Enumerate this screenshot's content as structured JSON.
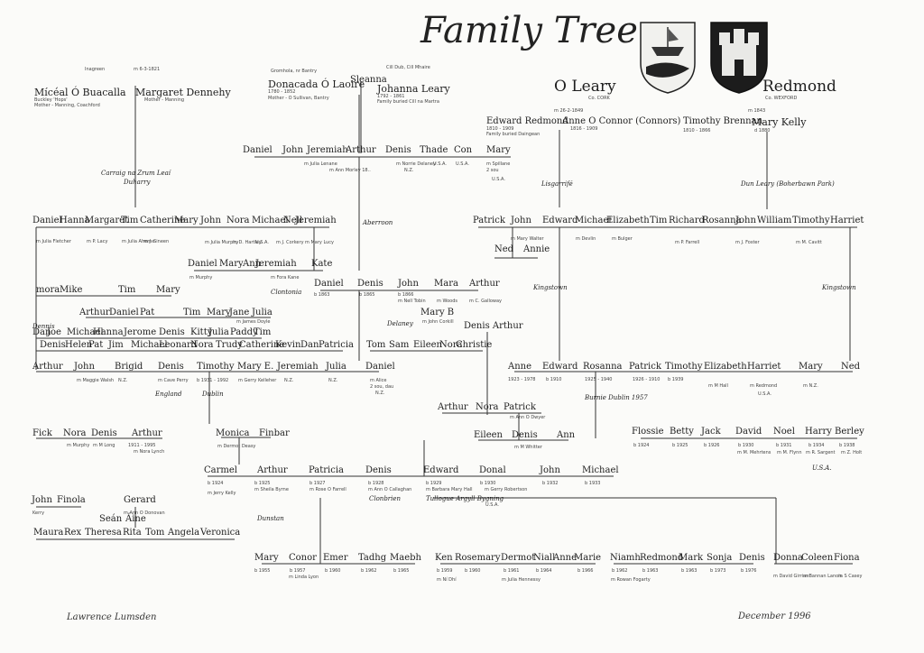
{
  "title": "Family Tree",
  "crest_left_name": "O Leary",
  "crest_left_place": "Co. CORK",
  "crest_right_name": "Redmond",
  "crest_right_place": "Co. WEXFORD",
  "signature": "Lawrence Lumsden",
  "date": "December 1996",
  "labels": [
    [
      "Inagreen",
      94,
      74,
      "s"
    ],
    [
      "m 6-3-1821",
      148,
      74,
      "s"
    ],
    [
      "Mícéal Ó Buacalla",
      38,
      97,
      "n big"
    ],
    [
      "Margaret Dennehy",
      150,
      97,
      "n big"
    ],
    [
      "Buckley 'Hops'",
      38,
      108,
      "s"
    ],
    [
      "Mother - Manning, Coachford",
      38,
      114,
      "s"
    ],
    [
      "Mother - Manning",
      160,
      108,
      "s"
    ],
    [
      "Gromhola, nr Bantry",
      300,
      76,
      "s"
    ],
    [
      "Donacada Ó Laoire",
      297,
      88,
      "n big"
    ],
    [
      "1780 - 1852",
      297,
      99,
      "s"
    ],
    [
      "Mother - O Sullivan, Bantry",
      297,
      106,
      "s"
    ],
    [
      "Sleanna",
      388,
      84,
      "n"
    ],
    [
      "Cill Dub, Cill Mhaire",
      428,
      72,
      "s"
    ],
    [
      "Johanna Leary",
      418,
      93,
      "n big"
    ],
    [
      "1792 - 1861",
      418,
      104,
      "s"
    ],
    [
      "Family buried Cill na Martra",
      418,
      110,
      "s"
    ],
    [
      "Edward Redmond",
      539,
      130,
      "n"
    ],
    [
      "1810 - 1909",
      539,
      140,
      "s"
    ],
    [
      "Family buried Daingean",
      539,
      146,
      "s"
    ],
    [
      "m 26-2-1849",
      614,
      120,
      "s"
    ],
    [
      "Anne O Connor (Connors)",
      623,
      130,
      "n"
    ],
    [
      "1816 - 1909",
      632,
      140,
      "s"
    ],
    [
      "Timothy Brennan",
      757,
      130,
      "n"
    ],
    [
      "m 1843",
      829,
      120,
      "s"
    ],
    [
      "Mary Kelly",
      833,
      130,
      "n big"
    ],
    [
      "1810 - 1866",
      757,
      142,
      "s"
    ],
    [
      "d 1880",
      836,
      142,
      "s"
    ],
    [
      "Daniel",
      269,
      162,
      "n"
    ],
    [
      "John",
      313,
      162,
      "n"
    ],
    [
      "Jeremiah",
      340,
      162,
      "n"
    ],
    [
      "Arthur",
      383,
      162,
      "n"
    ],
    [
      "Denis",
      427,
      162,
      "n"
    ],
    [
      "Thade",
      465,
      162,
      "n"
    ],
    [
      "Con",
      503,
      162,
      "n"
    ],
    [
      "Mary",
      539,
      162,
      "n"
    ],
    [
      "m Julia Lenane",
      337,
      179,
      "s"
    ],
    [
      "m Norrie Delaney",
      439,
      179,
      "s"
    ],
    [
      "m Ann Morley 18..",
      365,
      186,
      "s"
    ],
    [
      "N.Z.",
      448,
      186,
      "s"
    ],
    [
      "U.S.A.",
      480,
      179,
      "s"
    ],
    [
      "U.S.A.",
      505,
      179,
      "s"
    ],
    [
      "m Spillane",
      539,
      179,
      "s"
    ],
    [
      "2 sou",
      539,
      186,
      "s"
    ],
    [
      "U.S.A.",
      545,
      196,
      "s"
    ],
    [
      "Carraig na Zrum Leaí",
      112,
      187,
      "pl"
    ],
    [
      "Duharry",
      137,
      197,
      "pl"
    ],
    [
      "Lisgarrifé",
      600,
      199,
      "pl"
    ],
    [
      "Dun Leary (Boherbawn Park)",
      821,
      199,
      "pl"
    ],
    [
      "Daniel",
      36,
      240,
      "n"
    ],
    [
      "Hanna",
      66,
      240,
      "n"
    ],
    [
      "Margaret",
      94,
      240,
      "n"
    ],
    [
      "Tim",
      134,
      240,
      "n"
    ],
    [
      "Catherine",
      155,
      240,
      "n"
    ],
    [
      "Mary",
      193,
      240,
      "n"
    ],
    [
      "John",
      222,
      240,
      "n"
    ],
    [
      "Nora",
      251,
      240,
      "n"
    ],
    [
      "Michael",
      279,
      240,
      "n"
    ],
    [
      "Nell",
      314,
      240,
      "n"
    ],
    [
      "Jeremiah",
      327,
      240,
      "n"
    ],
    [
      "Aberroon",
      402,
      242,
      "pl"
    ],
    [
      "Patrick",
      524,
      240,
      "n"
    ],
    [
      "John",
      566,
      240,
      "n"
    ],
    [
      "Edward",
      601,
      240,
      "n"
    ],
    [
      "Michael",
      637,
      240,
      "n"
    ],
    [
      "Elizabeth",
      672,
      240,
      "n"
    ],
    [
      "Tim",
      720,
      240,
      "n"
    ],
    [
      "Richard",
      741,
      240,
      "n"
    ],
    [
      "Rosanna",
      778,
      240,
      "n"
    ],
    [
      "John",
      815,
      240,
      "n"
    ],
    [
      "William",
      839,
      240,
      "n"
    ],
    [
      "Timothy",
      878,
      240,
      "n"
    ],
    [
      "Harriet",
      920,
      240,
      "n"
    ],
    [
      "m Julia Fletcher",
      40,
      265,
      "s"
    ],
    [
      "m P. Lacy",
      96,
      265,
      "s"
    ],
    [
      "m Julia Aherne",
      135,
      265,
      "s"
    ],
    [
      "m J. Sineen",
      159,
      265,
      "s"
    ],
    [
      "m Julia Murphy",
      227,
      266,
      "s"
    ],
    [
      "m D. Hartley",
      258,
      266,
      "s"
    ],
    [
      "U.S.A.",
      283,
      266,
      "s"
    ],
    [
      "m J. Corkery",
      306,
      266,
      "s"
    ],
    [
      "m Mary Lucy",
      338,
      266,
      "s"
    ],
    [
      "Ned",
      548,
      272,
      "n"
    ],
    [
      "Annie",
      580,
      272,
      "n"
    ],
    [
      "m Mary Walter",
      566,
      262,
      "s"
    ],
    [
      "m Devlin",
      638,
      262,
      "s"
    ],
    [
      "m Bulger",
      678,
      262,
      "s"
    ],
    [
      "m P. Farrell",
      748,
      266,
      "s"
    ],
    [
      "m J. Foster",
      815,
      266,
      "s"
    ],
    [
      "m M. Cavitt",
      882,
      266,
      "s"
    ],
    [
      "Daniel",
      208,
      288,
      "n"
    ],
    [
      "Mary",
      243,
      288,
      "n"
    ],
    [
      "Ann",
      269,
      288,
      "n"
    ],
    [
      "Jeremiah",
      283,
      288,
      "n"
    ],
    [
      "Kate",
      345,
      288,
      "n"
    ],
    [
      "m Murphy",
      210,
      305,
      "s"
    ],
    [
      "m Fora Kane",
      300,
      305,
      "s"
    ],
    [
      "Clontonia",
      300,
      319,
      "pl"
    ],
    [
      "Daniel",
      348,
      310,
      "n"
    ],
    [
      "Denis",
      396,
      310,
      "n"
    ],
    [
      "John",
      441,
      310,
      "n"
    ],
    [
      "Mara",
      481,
      310,
      "n"
    ],
    [
      "Arthur",
      520,
      310,
      "n"
    ],
    [
      "b 1863",
      348,
      324,
      "s"
    ],
    [
      "b 1865",
      398,
      324,
      "s"
    ],
    [
      "b 1866",
      441,
      324,
      "s"
    ],
    [
      "m Nell Tobin",
      441,
      331,
      "s"
    ],
    [
      "m Woods",
      484,
      331,
      "s"
    ],
    [
      "m C. Galloway",
      520,
      331,
      "s"
    ],
    [
      "Kingstown",
      591,
      314,
      "pl"
    ],
    [
      "Kingstown",
      911,
      314,
      "pl"
    ],
    [
      "mora",
      40,
      317,
      "n"
    ],
    [
      "Mike",
      66,
      317,
      "n"
    ],
    [
      "Tim",
      131,
      317,
      "n"
    ],
    [
      "Mary",
      173,
      317,
      "n"
    ],
    [
      "Arthur",
      88,
      342,
      "n"
    ],
    [
      "Daniel",
      121,
      342,
      "n"
    ],
    [
      "Pat",
      155,
      342,
      "n"
    ],
    [
      "Tim",
      203,
      342,
      "n"
    ],
    [
      "Mary",
      229,
      342,
      "n"
    ],
    [
      "Jane",
      254,
      342,
      "n"
    ],
    [
      "Julia",
      279,
      342,
      "n"
    ],
    [
      "m James Doyle",
      262,
      354,
      "s"
    ],
    [
      "Mary B",
      466,
      342,
      "n"
    ],
    [
      "m John Corkill",
      468,
      354,
      "s"
    ],
    [
      "Dennis",
      36,
      357,
      "pl"
    ],
    [
      "Delaney",
      429,
      354,
      "pl"
    ],
    [
      "Dan",
      36,
      364,
      "n"
    ],
    [
      "Joe",
      52,
      364,
      "n"
    ],
    [
      "Michael",
      74,
      364,
      "n"
    ],
    [
      "Hanna",
      103,
      364,
      "n"
    ],
    [
      "Jerome",
      137,
      364,
      "n"
    ],
    [
      "Denis",
      176,
      364,
      "n"
    ],
    [
      "Kitty",
      211,
      364,
      "n"
    ],
    [
      "Julia",
      231,
      364,
      "n"
    ],
    [
      "Paddy",
      255,
      364,
      "n"
    ],
    [
      "Tim",
      281,
      364,
      "n"
    ],
    [
      "Denis Arthur",
      514,
      357,
      "n"
    ],
    [
      "Denis",
      44,
      378,
      "n"
    ],
    [
      "Helen",
      72,
      378,
      "n"
    ],
    [
      "Pat",
      98,
      378,
      "n"
    ],
    [
      "Jim",
      120,
      378,
      "n"
    ],
    [
      "Michael",
      145,
      378,
      "n"
    ],
    [
      "Leonard",
      176,
      378,
      "n"
    ],
    [
      "Nora",
      211,
      378,
      "n"
    ],
    [
      "Trudy",
      239,
      378,
      "n"
    ],
    [
      "Catherine",
      265,
      378,
      "n"
    ],
    [
      "Kevin",
      305,
      378,
      "n"
    ],
    [
      "Dan",
      333,
      378,
      "n"
    ],
    [
      "Patricia",
      353,
      378,
      "n"
    ],
    [
      "Tom",
      406,
      378,
      "n"
    ],
    [
      "Sam",
      431,
      378,
      "n"
    ],
    [
      "Eileen",
      458,
      378,
      "n"
    ],
    [
      "Nora",
      487,
      378,
      "n"
    ],
    [
      "Christie",
      505,
      378,
      "n"
    ],
    [
      "Arthur",
      36,
      402,
      "n"
    ],
    [
      "John",
      82,
      402,
      "n"
    ],
    [
      "Brigid",
      127,
      402,
      "n"
    ],
    [
      "Denis",
      175,
      402,
      "n"
    ],
    [
      "Timothy",
      218,
      402,
      "n"
    ],
    [
      "Mary E.",
      263,
      402,
      "n"
    ],
    [
      "Jeremiah",
      307,
      402,
      "n"
    ],
    [
      "Julia",
      361,
      402,
      "n"
    ],
    [
      "Daniel",
      405,
      402,
      "n"
    ],
    [
      "m Maggie Walsh",
      85,
      419,
      "s"
    ],
    [
      "N.Z.",
      131,
      419,
      "s"
    ],
    [
      "m Cave Perry",
      175,
      419,
      "s"
    ],
    [
      "b 1931 - 1992",
      218,
      419,
      "s"
    ],
    [
      "m Gerry Kelleher",
      264,
      419,
      "s"
    ],
    [
      "N.Z.",
      315,
      419,
      "s"
    ],
    [
      "N.Z.",
      364,
      419,
      "s"
    ],
    [
      "m Alice",
      410,
      419,
      "s"
    ],
    [
      "2 sou, dau",
      410,
      426,
      "s"
    ],
    [
      "N.Z.",
      416,
      433,
      "s"
    ],
    [
      "England",
      172,
      432,
      "pl"
    ],
    [
      "Dublin",
      224,
      432,
      "pl"
    ],
    [
      "Anne",
      563,
      402,
      "n"
    ],
    [
      "Edward",
      601,
      402,
      "n"
    ],
    [
      "Rosanna",
      646,
      402,
      "n"
    ],
    [
      "Patrick",
      697,
      402,
      "n"
    ],
    [
      "Timothy",
      737,
      402,
      "n"
    ],
    [
      "Elizabeth",
      780,
      402,
      "n"
    ],
    [
      "Harriet",
      828,
      402,
      "n"
    ],
    [
      "Mary",
      885,
      402,
      "n"
    ],
    [
      "Ned",
      932,
      402,
      "n"
    ],
    [
      "1923 - 1978",
      563,
      418,
      "s"
    ],
    [
      "b 1910",
      605,
      418,
      "s"
    ],
    [
      "1925 - 1940",
      648,
      418,
      "s"
    ],
    [
      "1926 - 1910",
      701,
      418,
      "s"
    ],
    [
      "b 1939",
      740,
      418,
      "s"
    ],
    [
      "m M Hall",
      785,
      425,
      "s"
    ],
    [
      "m Redmond",
      831,
      425,
      "s"
    ],
    [
      "m N.Z.",
      890,
      425,
      "s"
    ],
    [
      "U.S.A.",
      840,
      434,
      "s"
    ],
    [
      "Burnie Dublin 1957",
      648,
      436,
      "pl"
    ],
    [
      "Arthur",
      485,
      447,
      "n"
    ],
    [
      "Nora",
      527,
      447,
      "n"
    ],
    [
      "Patrick",
      558,
      447,
      "n"
    ],
    [
      "m Ann O Dwyer",
      565,
      460,
      "s"
    ],
    [
      "Eileen",
      525,
      478,
      "n"
    ],
    [
      "Denis",
      567,
      478,
      "n"
    ],
    [
      "Ann",
      617,
      478,
      "n"
    ],
    [
      "m M Whitter",
      570,
      493,
      "s"
    ],
    [
      "Fick",
      36,
      476,
      "n"
    ],
    [
      "Nora",
      70,
      476,
      "n"
    ],
    [
      "Denis",
      101,
      476,
      "n"
    ],
    [
      "Arthur",
      146,
      476,
      "n"
    ],
    [
      "m Murphy",
      74,
      491,
      "s"
    ],
    [
      "m M Long",
      103,
      491,
      "s"
    ],
    [
      "1911 - 1995",
      142,
      491,
      "s"
    ],
    [
      "m Nora Lynch",
      148,
      498,
      "s"
    ],
    [
      "Monica",
      239,
      476,
      "n"
    ],
    [
      "Finbar",
      287,
      476,
      "n"
    ],
    [
      "m Dermot Deasy",
      241,
      492,
      "s"
    ],
    [
      "Flossie",
      700,
      474,
      "n"
    ],
    [
      "Betty",
      742,
      474,
      "n"
    ],
    [
      "Jack",
      777,
      474,
      "n"
    ],
    [
      "David",
      815,
      474,
      "n"
    ],
    [
      "Noel",
      857,
      474,
      "n"
    ],
    [
      "Harry",
      892,
      474,
      "n"
    ],
    [
      "Berley",
      925,
      474,
      "n"
    ],
    [
      "b 1924",
      702,
      491,
      "s"
    ],
    [
      "b 1925",
      745,
      491,
      "s"
    ],
    [
      "b 1926",
      780,
      491,
      "s"
    ],
    [
      "b 1930",
      818,
      491,
      "s"
    ],
    [
      "b 1931",
      860,
      491,
      "s"
    ],
    [
      "b 1934",
      896,
      491,
      "s"
    ],
    [
      "b 1938",
      930,
      491,
      "s"
    ],
    [
      "m M. Mehrtens",
      817,
      499,
      "s"
    ],
    [
      "m M. Flynn",
      861,
      499,
      "s"
    ],
    [
      "m R. Sargent",
      893,
      499,
      "s"
    ],
    [
      "m Z. Holt",
      932,
      499,
      "s"
    ],
    [
      "U.S.A.",
      900,
      514,
      "pl"
    ],
    [
      "Carmel",
      226,
      517,
      "n"
    ],
    [
      "Arthur",
      285,
      517,
      "n"
    ],
    [
      "Patricia",
      342,
      517,
      "n"
    ],
    [
      "Denis",
      405,
      517,
      "n"
    ],
    [
      "Edward",
      469,
      517,
      "n"
    ],
    [
      "Donal",
      531,
      517,
      "n"
    ],
    [
      "John",
      598,
      517,
      "n"
    ],
    [
      "Michael",
      645,
      517,
      "n"
    ],
    [
      "b 1924",
      230,
      533,
      "s"
    ],
    [
      "b 1925",
      282,
      533,
      "s"
    ],
    [
      "b 1927",
      343,
      533,
      "s"
    ],
    [
      "b 1928",
      408,
      533,
      "s"
    ],
    [
      "b 1929",
      472,
      533,
      "s"
    ],
    [
      "b 1930",
      532,
      533,
      "s"
    ],
    [
      "b 1932",
      601,
      533,
      "s"
    ],
    [
      "b 1933",
      648,
      533,
      "s"
    ],
    [
      "m Jerry Kelly",
      230,
      544,
      "s"
    ],
    [
      "m Sheila Byrne",
      282,
      540,
      "s"
    ],
    [
      "m Rose O Farrell",
      343,
      540,
      "s"
    ],
    [
      "m Ann O Callaghan",
      408,
      540,
      "s"
    ],
    [
      "Clonbrien",
      409,
      548,
      "pl"
    ],
    [
      "m Barbara Mary Hall",
      472,
      540,
      "s"
    ],
    [
      "Tullogue Argyll Bygning",
      472,
      548,
      "pl"
    ],
    [
      "m Gerry Robertson",
      537,
      540,
      "s"
    ],
    [
      "U.S.A.",
      538,
      557,
      "s"
    ],
    [
      "Dunstan",
      285,
      570,
      "pl"
    ],
    [
      "John",
      35,
      550,
      "n"
    ],
    [
      "Finola",
      63,
      550,
      "n"
    ],
    [
      "Gerard",
      137,
      550,
      "n"
    ],
    [
      "m Ann O Donovan",
      137,
      566,
      "s"
    ],
    [
      "Kerry",
      36,
      566,
      "s"
    ],
    [
      "Seán",
      110,
      571,
      "n"
    ],
    [
      "Áine",
      139,
      571,
      "n"
    ],
    [
      "Maura",
      37,
      586,
      "n"
    ],
    [
      "Rex",
      71,
      586,
      "n"
    ],
    [
      "Theresa",
      94,
      586,
      "n"
    ],
    [
      "Rita",
      136,
      586,
      "n"
    ],
    [
      "Tom",
      161,
      586,
      "n"
    ],
    [
      "Angela",
      186,
      586,
      "n"
    ],
    [
      "Veronica",
      222,
      586,
      "n"
    ],
    [
      "Mary",
      282,
      614,
      "n"
    ],
    [
      "Conor",
      320,
      614,
      "n"
    ],
    [
      "Emer",
      358,
      614,
      "n"
    ],
    [
      "Tadhg",
      397,
      614,
      "n"
    ],
    [
      "Maebh",
      432,
      614,
      "n"
    ],
    [
      "Ken",
      482,
      614,
      "n"
    ],
    [
      "Rosemary",
      504,
      614,
      "n"
    ],
    [
      "Dermot",
      555,
      614,
      "n"
    ],
    [
      "Niall",
      591,
      614,
      "n"
    ],
    [
      "Anne",
      613,
      614,
      "n"
    ],
    [
      "Marie",
      636,
      614,
      "n"
    ],
    [
      "Niamh",
      676,
      614,
      "n"
    ],
    [
      "Redmond",
      709,
      614,
      "n"
    ],
    [
      "Mark",
      752,
      614,
      "n"
    ],
    [
      "Sonja",
      783,
      614,
      "n"
    ],
    [
      "Denis",
      819,
      614,
      "n"
    ],
    [
      "Donna",
      857,
      614,
      "n"
    ],
    [
      "Coleen",
      888,
      614,
      "n"
    ],
    [
      "Fiona",
      924,
      614,
      "n"
    ],
    [
      "b 1955",
      282,
      630,
      "s"
    ],
    [
      "b 1957",
      321,
      630,
      "s"
    ],
    [
      "b 1960",
      360,
      630,
      "s"
    ],
    [
      "b 1962",
      400,
      630,
      "s"
    ],
    [
      "b 1965",
      436,
      630,
      "s"
    ],
    [
      "m Linda Lyon",
      320,
      637,
      "s"
    ],
    [
      "b 1959",
      484,
      630,
      "s"
    ],
    [
      "b 1960",
      515,
      630,
      "s"
    ],
    [
      "b 1961",
      558,
      630,
      "s"
    ],
    [
      "b 1964",
      594,
      630,
      "s"
    ],
    [
      "b 1966",
      640,
      630,
      "s"
    ],
    [
      "m Ní Dhí",
      484,
      640,
      "s"
    ],
    [
      "m Julia Hennessy",
      556,
      640,
      "s"
    ],
    [
      "b 1962",
      678,
      630,
      "s"
    ],
    [
      "b 1963",
      712,
      630,
      "s"
    ],
    [
      "b 1963",
      755,
      630,
      "s"
    ],
    [
      "b 1973",
      787,
      630,
      "s"
    ],
    [
      "b 1976",
      821,
      630,
      "s"
    ],
    [
      "m Rowan Fogarty",
      677,
      640,
      "s"
    ],
    [
      "m David Girriani",
      857,
      636,
      "s"
    ],
    [
      "m Bannan Lanois",
      890,
      636,
      "s"
    ],
    [
      "m S Casey",
      929,
      636,
      "s"
    ]
  ]
}
